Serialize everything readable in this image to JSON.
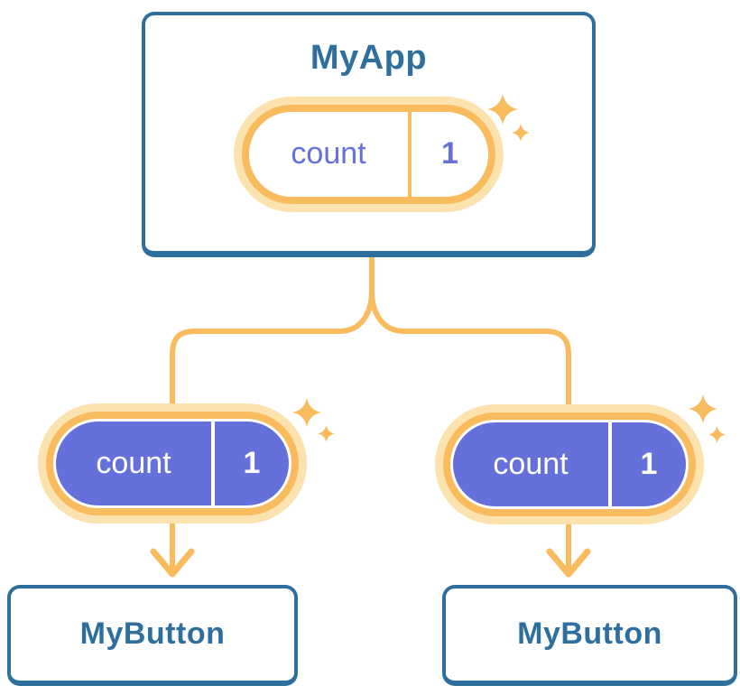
{
  "diagram": {
    "root": {
      "title": "MyApp",
      "state": {
        "label": "count",
        "value": "1"
      }
    },
    "children": [
      {
        "title": "MyButton",
        "state": {
          "label": "count",
          "value": "1"
        }
      },
      {
        "title": "MyButton",
        "state": {
          "label": "count",
          "value": "1"
        }
      }
    ],
    "icons": {
      "sparkle": "sparkle-icon"
    },
    "colors": {
      "card_border_blue": "#2E6F9E",
      "title_text_blue": "#2E6F9E",
      "connector_orange": "#F8BC5F",
      "pill_halo_orange": "#FBE2AF",
      "state_purple": "#6570DB",
      "card_background": "#FFFFFF"
    }
  }
}
